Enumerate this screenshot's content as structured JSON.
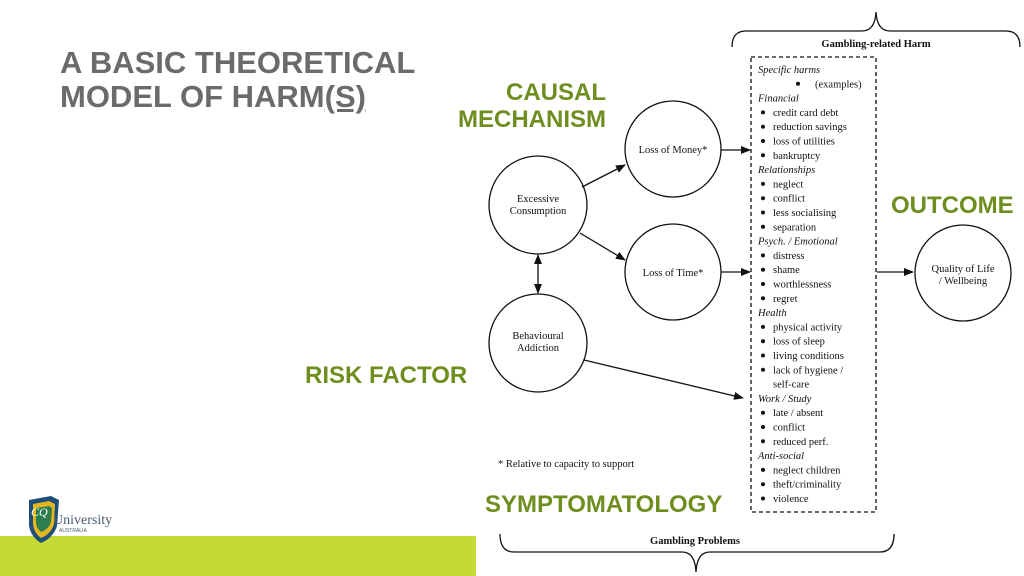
{
  "title": {
    "line1": "A BASIC THEORETICAL",
    "line2_prefix": "MODEL OF HARM",
    "line2_underlined": "(S)"
  },
  "labels": {
    "causal_line1": "CAUSAL",
    "causal_line2": "MECHANISM",
    "outcome": "OUTCOME",
    "risk_factor": "RISK FACTOR",
    "symptomatology": "SYMPTOMATOLOGY"
  },
  "nodes": {
    "excessive_line1": "Excessive",
    "excessive_line2": "Consumption",
    "behavioural_line1": "Behavioural",
    "behavioural_line2": "Addiction",
    "loss_money": "Loss of Money*",
    "loss_time": "Loss of Time*",
    "quality_line1": "Quality of Life",
    "quality_line2": "/ Wellbeing"
  },
  "footnote": "* Relative to capacity to support",
  "brackets": {
    "top": "Gambling-related Harm",
    "bottom": "Gambling Problems"
  },
  "harms_box": {
    "heading": "Specific harms",
    "examples": "(examples)",
    "groups": [
      {
        "name": "Financial",
        "items": [
          "credit card debt",
          "reduction savings",
          "loss of utilities",
          "bankruptcy"
        ]
      },
      {
        "name": "Relationships",
        "items": [
          "neglect",
          "conflict",
          "less socialising",
          "separation"
        ]
      },
      {
        "name": "Psych. / Emotional",
        "items": [
          "distress",
          "shame",
          "worthlessness",
          "regret"
        ]
      },
      {
        "name": "Health",
        "items": [
          "physical activity",
          "loss of sleep",
          "living conditions",
          "lack of hygiene /",
          "self-care"
        ]
      },
      {
        "name": "Work / Study",
        "items": [
          "late / absent",
          "conflict",
          "reduced perf."
        ]
      },
      {
        "name": "Anti-social",
        "items": [
          "neglect children",
          "theft/criminality",
          "violence"
        ]
      }
    ]
  },
  "logo": {
    "brand_cq": "CQ",
    "brand_name": "University",
    "brand_sub": "AUSTRALIA"
  },
  "colors": {
    "title": "#6b6b6b",
    "accent_green": "#6e8f20",
    "bar_green": "#c5d937"
  }
}
